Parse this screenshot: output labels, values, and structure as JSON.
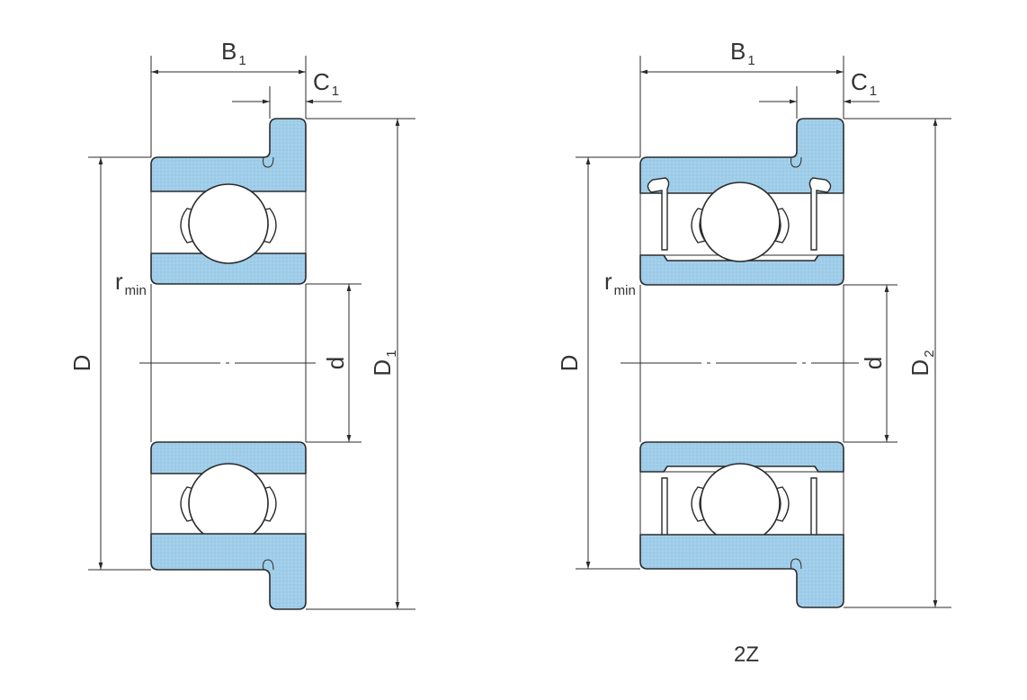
{
  "colors": {
    "ring_fill": "#9fcde9",
    "ring_fill_light": "#b9dcf0",
    "line": "#2b2b2b",
    "text": "#333333"
  },
  "left_view": {
    "b": {
      "main": "B",
      "sub": "1"
    },
    "c": {
      "main": "C",
      "sub": "1"
    },
    "r": {
      "main": "r",
      "sub": "min"
    },
    "D": "D",
    "d": "d",
    "D_outer": {
      "main": "D",
      "sub": "1"
    }
  },
  "right_view": {
    "b": {
      "main": "B",
      "sub": "1"
    },
    "c": {
      "main": "C",
      "sub": "1"
    },
    "r": {
      "main": "r",
      "sub": "min"
    },
    "D": "D",
    "d": "d",
    "D_outer": {
      "main": "D",
      "sub": "2"
    },
    "caption": "2Z"
  }
}
